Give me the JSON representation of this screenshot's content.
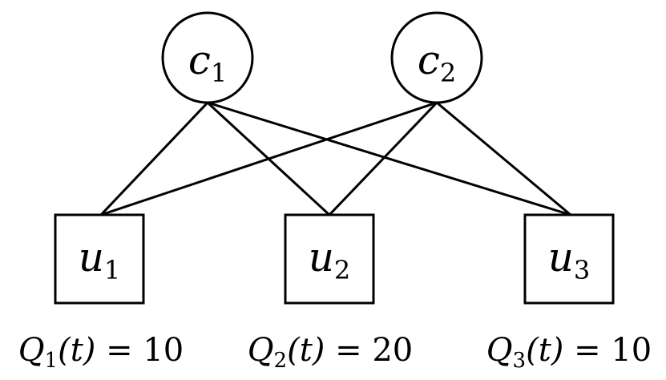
{
  "channels": [
    {
      "id": "c1",
      "var": "c",
      "sub": "1"
    },
    {
      "id": "c2",
      "var": "c",
      "sub": "2"
    }
  ],
  "users": [
    {
      "id": "u1",
      "var": "u",
      "sub": "1",
      "queue": {
        "var": "Q",
        "sub": "1",
        "arg": "(t)",
        "eq": " = ",
        "value": "10"
      }
    },
    {
      "id": "u2",
      "var": "u",
      "sub": "2",
      "queue": {
        "var": "Q",
        "sub": "2",
        "arg": "(t)",
        "eq": " = ",
        "value": "20"
      }
    },
    {
      "id": "u3",
      "var": "u",
      "sub": "3",
      "queue": {
        "var": "Q",
        "sub": "3",
        "arg": "(t)",
        "eq": " = ",
        "value": "10"
      }
    }
  ],
  "edges": [
    {
      "from": "c1",
      "to": "u1"
    },
    {
      "from": "c1",
      "to": "u2"
    },
    {
      "from": "c1",
      "to": "u3"
    },
    {
      "from": "c2",
      "to": "u1"
    },
    {
      "from": "c2",
      "to": "u2"
    },
    {
      "from": "c2",
      "to": "u3"
    }
  ]
}
